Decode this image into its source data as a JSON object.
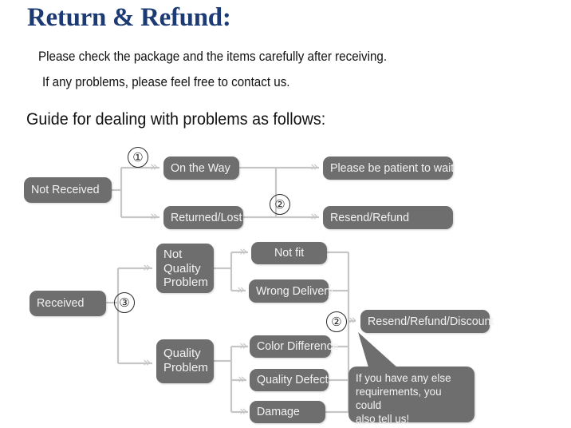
{
  "header": {
    "title": "Return & Refund:",
    "intro_line_1": "Please check the package and the items carefully after receiving.",
    "intro_line_2": "If any problems, please feel free to contact us.",
    "guide_heading": "Guide for dealing with problems as follows:"
  },
  "colors": {
    "title": "#1c3a73",
    "node_fill": "#6e6e6e",
    "node_text": "#f2f2f2",
    "connector": "#c6c6c6",
    "body_text": "#111111"
  },
  "flow": {
    "not_received": "Not Received",
    "on_the_way": "On the Way",
    "returned_lost": "Returned/Lost",
    "please_be_patient": "Please be patient to wait",
    "resend_refund": "Resend/Refund",
    "received": "Received",
    "not_quality_problem": {
      "line1": "Not",
      "line2": "Quality",
      "line3": "Problem"
    },
    "quality_problem": {
      "line1": "Quality",
      "line2": "Problem"
    },
    "not_fit": "Not fit",
    "wrong_delivery": "Wrong Delivery",
    "color_difference": "Color Difference",
    "quality_defect": "Quality Defect",
    "damage": "Damage",
    "resend_refund_discount": "Resend/Refund/Discount"
  },
  "steps": {
    "one": "①",
    "two_top": "②",
    "three": "③",
    "two_bottom": "②"
  },
  "callout": {
    "line1": "If you have any else",
    "line2": "requirements, you could",
    "line3": "also tell us!"
  },
  "icons": {
    "arrow_head": "»"
  }
}
